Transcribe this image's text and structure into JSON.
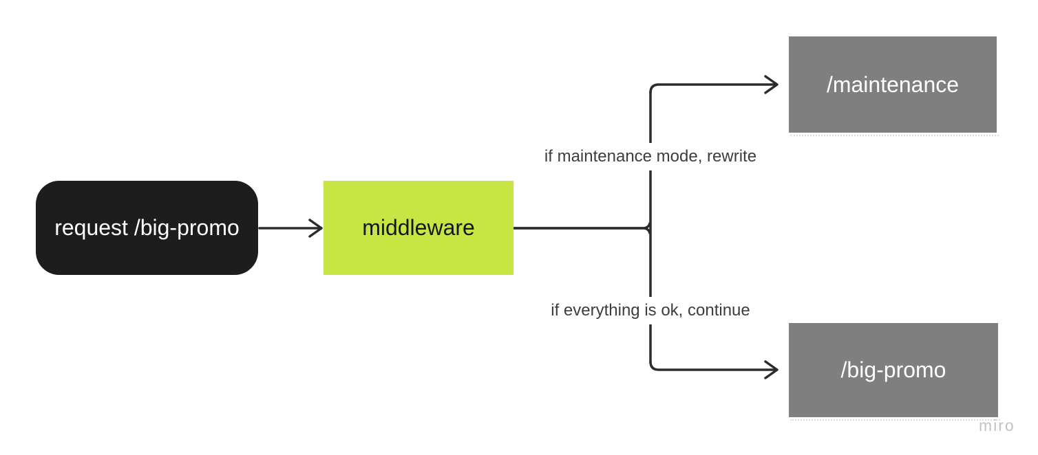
{
  "diagram": {
    "nodes": {
      "request": {
        "label": "request /big-promo",
        "shape": "rounded-rect",
        "bg": "#1d1d1d",
        "text_color": "#ffffff"
      },
      "middleware": {
        "label": "middleware",
        "shape": "rect",
        "bg": "#c7e543",
        "text_color": "#161616"
      },
      "maintenance": {
        "label": "/maintenance",
        "shape": "rect",
        "bg": "#7f7f7f",
        "text_color": "#ffffff"
      },
      "bigpromo": {
        "label": "/big-promo",
        "shape": "rect",
        "bg": "#7f7f7f",
        "text_color": "#ffffff"
      }
    },
    "edges": {
      "request_to_middleware": {
        "from": "request",
        "to": "middleware",
        "label": ""
      },
      "middleware_to_maintenance": {
        "from": "middleware",
        "to": "maintenance",
        "label": "if maintenance mode, rewrite"
      },
      "middleware_to_bigpromo": {
        "from": "middleware",
        "to": "bigpromo",
        "label": "if everything is ok, continue"
      }
    },
    "colors": {
      "connector_line": "#2b2b2b",
      "edge_label_text": "#3d3d3d",
      "background": "#ffffff"
    }
  },
  "watermark": {
    "label": "miro",
    "color": "#c2c2c2"
  }
}
